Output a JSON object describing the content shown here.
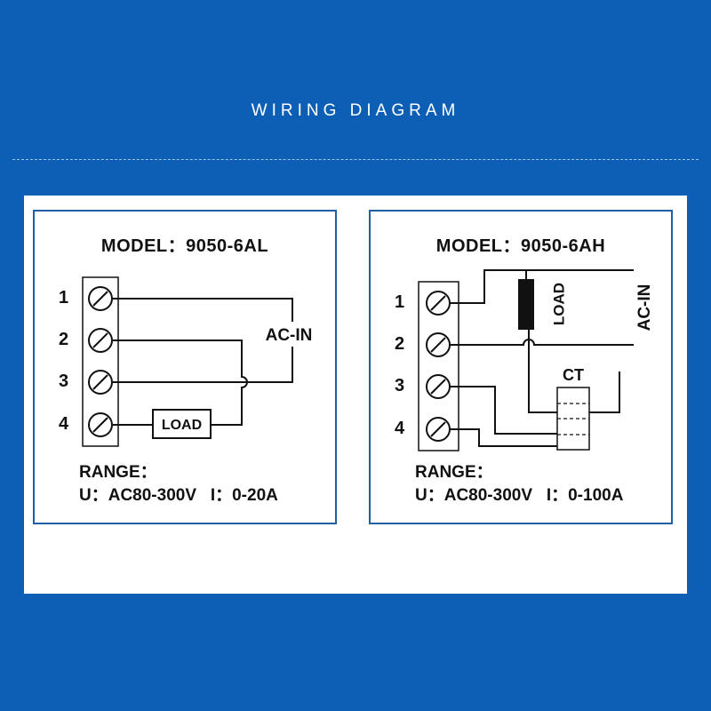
{
  "header": {
    "title": "WIRING DIAGRAM"
  },
  "terminal_numbers": [
    "1",
    "2",
    "3",
    "4"
  ],
  "left_panel": {
    "model": "MODEL：9050-6AL",
    "load_label": "LOAD",
    "ac_label": "AC-IN",
    "range_title": "RANGE：",
    "range_spec": "U：AC80-300V   I：0-20A"
  },
  "right_panel": {
    "model": "MODEL：9050-6AH",
    "load_label": "LOAD",
    "ac_label": "AC-IN",
    "ct_label": "CT",
    "range_title": "RANGE：",
    "range_spec": "U：AC80-300V   I：0-100A"
  },
  "colors": {
    "background": "#0d5fb5",
    "panel_border": "#1e5fa8",
    "sheet": "#ffffff",
    "wire": "#111111"
  }
}
